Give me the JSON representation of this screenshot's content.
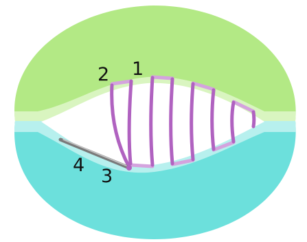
{
  "labels": {
    "label_1": "1",
    "label_2": "2",
    "label_3": "3",
    "label_4": "4"
  },
  "colors": {
    "upper_tissue": "#b3e985",
    "upper_edge": "#d9f5c0",
    "lower_tissue": "#6ce0dc",
    "lower_edge": "#b7f0ee",
    "wound_gap": "#ffffff",
    "suture": "#b062c0",
    "suture_exposed": "#d4a3de",
    "needle_shaft": "#7a7a7a",
    "needle_highlight": "#c8c8c8",
    "needle_tip": "#555555"
  },
  "icons": {
    "needle": "surgical-needle-icon"
  }
}
